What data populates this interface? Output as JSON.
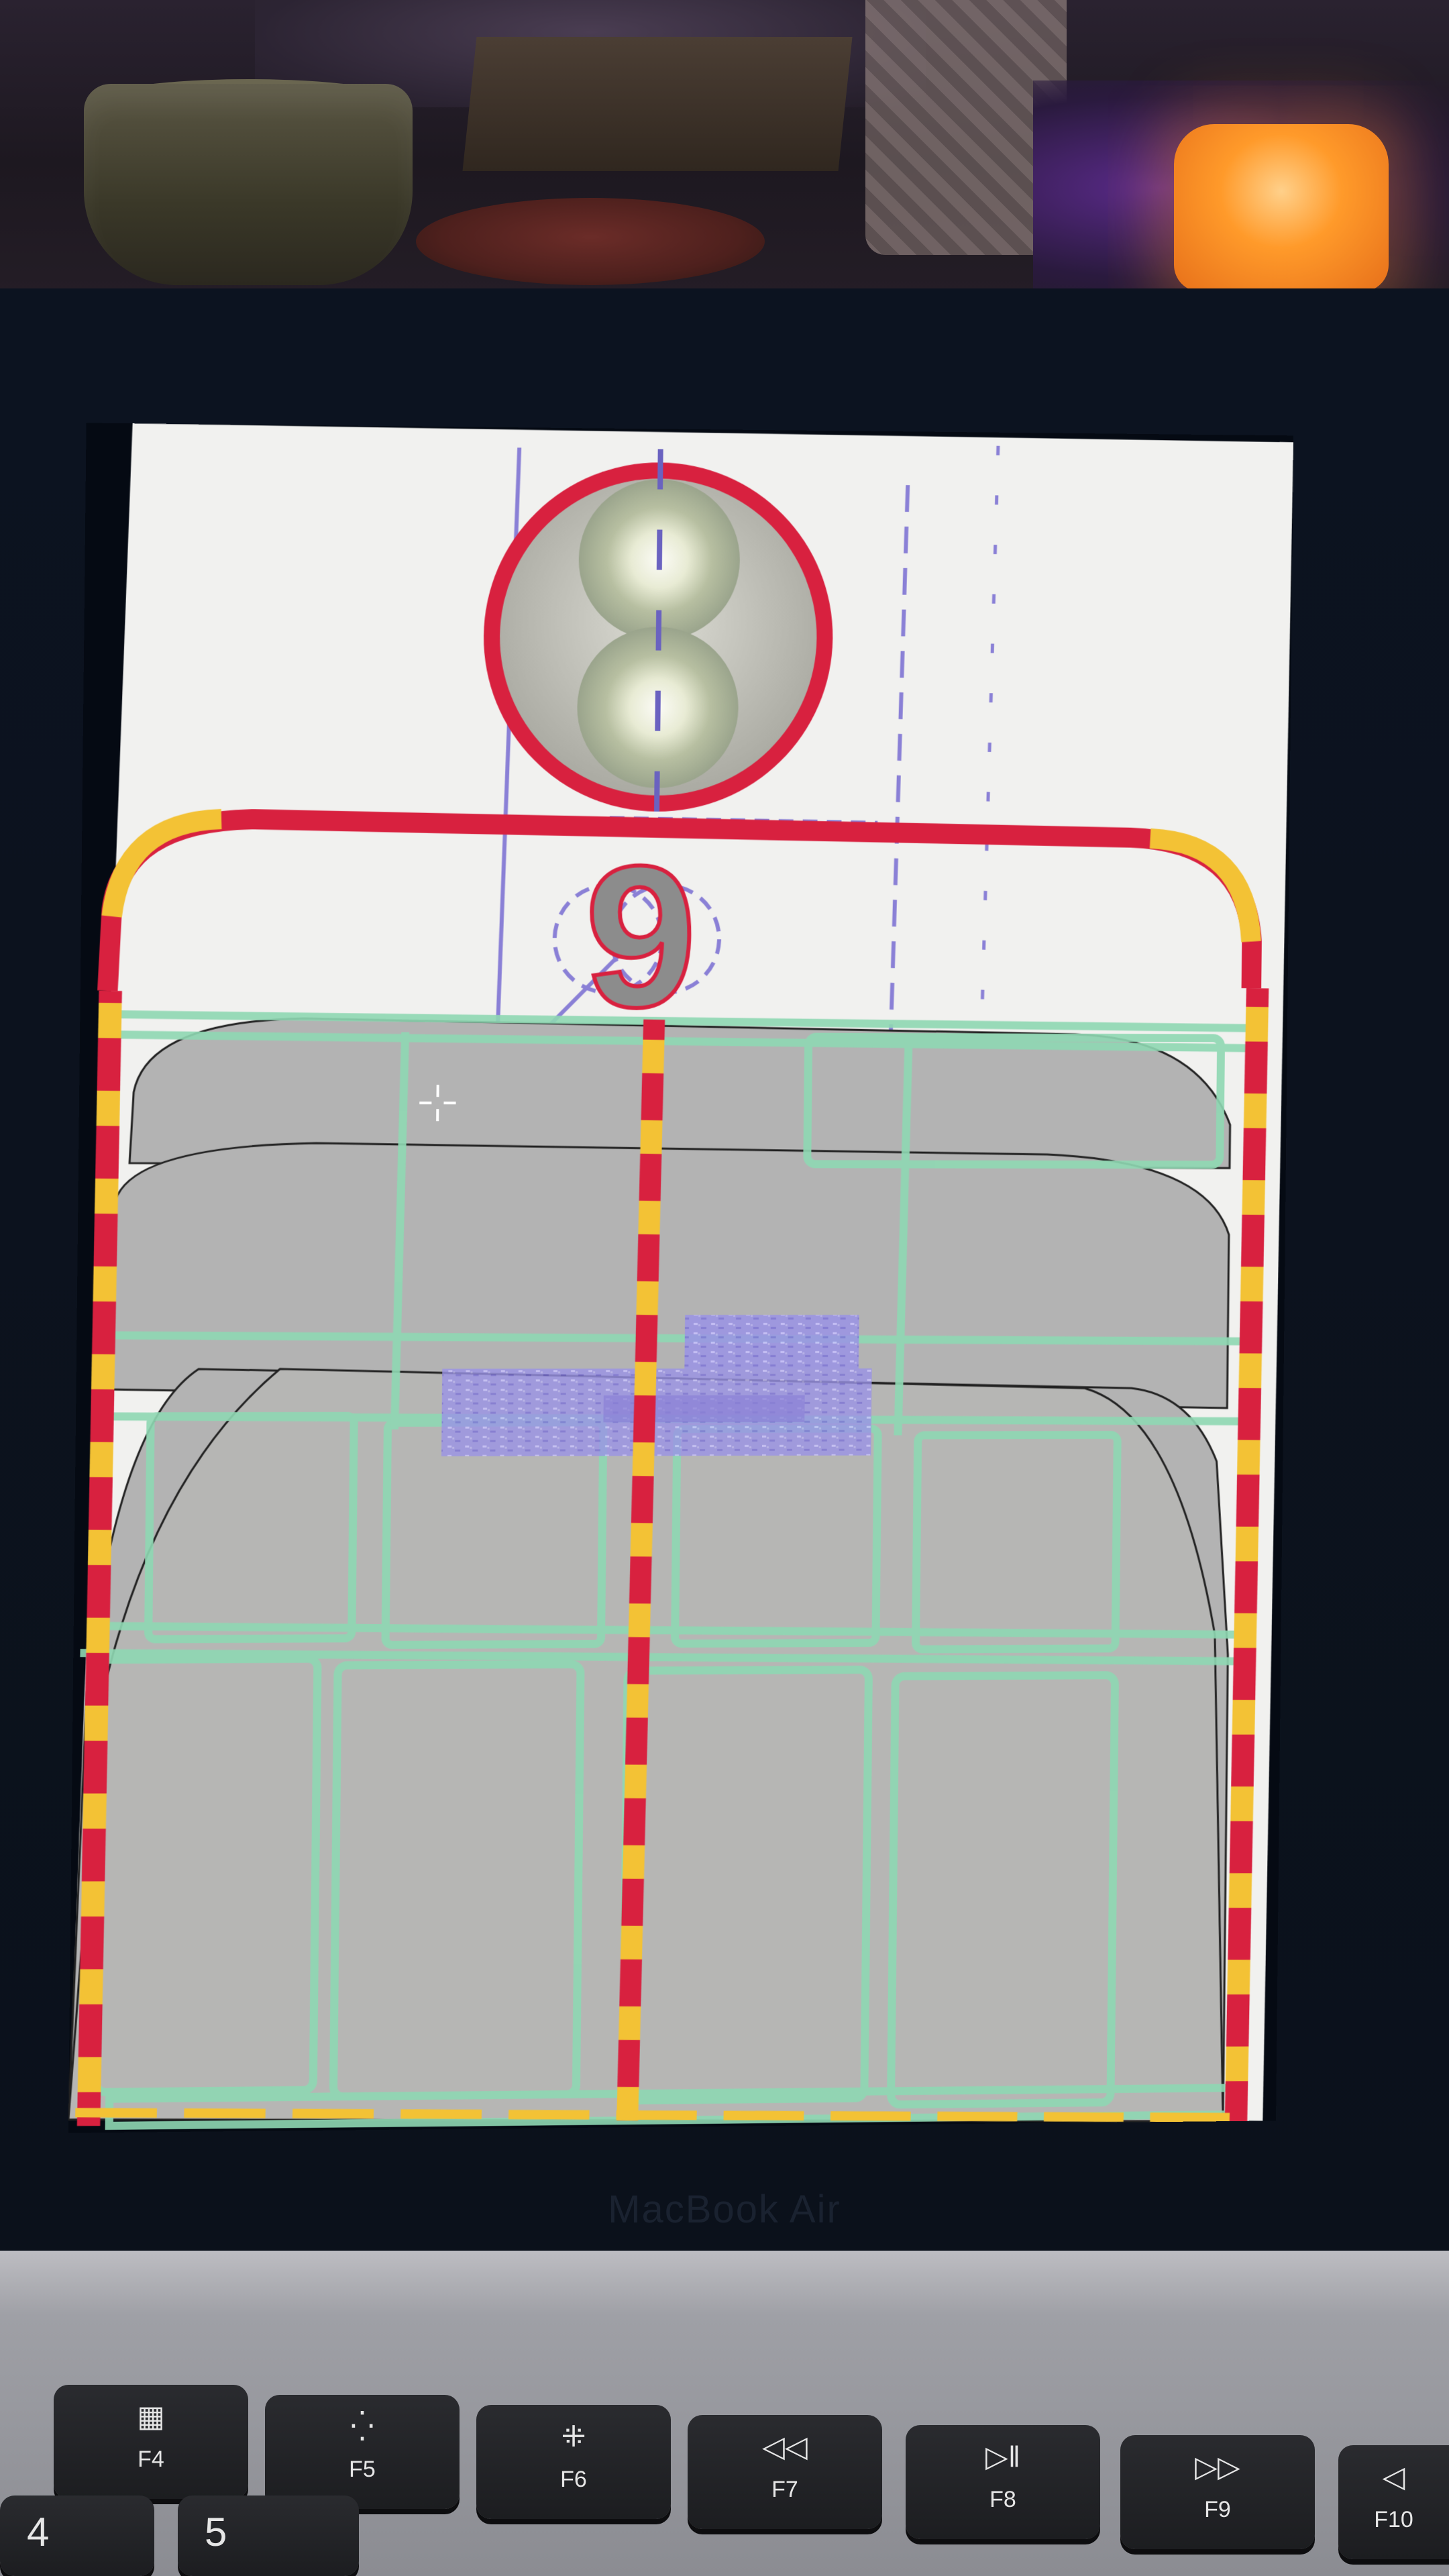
{
  "device": {
    "brand_label": "MacBook Air"
  },
  "keyboard": {
    "function_keys": [
      {
        "label": "F4",
        "icon": "launchpad-icon",
        "glyph": "▦"
      },
      {
        "label": "F5",
        "icon": "keyboard-backlight-down-icon",
        "glyph": "⁛"
      },
      {
        "label": "F6",
        "icon": "keyboard-backlight-up-icon",
        "glyph": "⁜"
      },
      {
        "label": "F7",
        "icon": "rewind-icon",
        "glyph": "◁◁"
      },
      {
        "label": "F8",
        "icon": "play-pause-icon",
        "glyph": "▷ǁ"
      },
      {
        "label": "F9",
        "icon": "fast-forward-icon",
        "glyph": "▷▷"
      },
      {
        "label": "F10",
        "icon": "mute-icon",
        "glyph": "◁"
      }
    ],
    "number_keys": [
      {
        "label": "4"
      },
      {
        "label": "5"
      }
    ]
  },
  "screen": {
    "center_mark": "9",
    "colors": {
      "paper": "#f1f1ef",
      "gray_panel": "#b3b3b3",
      "stripe_red": "#d8213f",
      "stripe_yellow": "#f3c235",
      "mint": "#8fd8b3",
      "blue_line": "#8a80d6"
    }
  }
}
